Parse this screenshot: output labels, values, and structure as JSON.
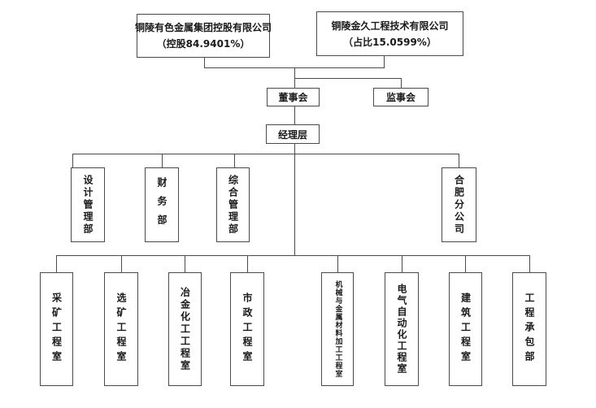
{
  "colors": {
    "background": "#ffffff",
    "line": "#4a4a4a",
    "text": "#1a1a1a"
  },
  "shareholders": [
    {
      "name": "铜陵有色金属集团控股有限公司",
      "detail": "（控股84.9401%）"
    },
    {
      "name": "铜陵金久工程技术有限公司",
      "detail": "（占比15.0599%）"
    }
  ],
  "governance": {
    "board": "董事会",
    "supervisory": "监事会",
    "management": "经理层"
  },
  "departments": [
    "设计管理部",
    "财务部",
    "综合管理部",
    "合肥分公司"
  ],
  "offices": [
    "采矿工程室",
    "选矿工程室",
    "冶金化工工程室",
    "市政工程室",
    "机械与金属材料加工工程室",
    "电气自动化工程室",
    "建筑工程室",
    "工程承包部"
  ]
}
